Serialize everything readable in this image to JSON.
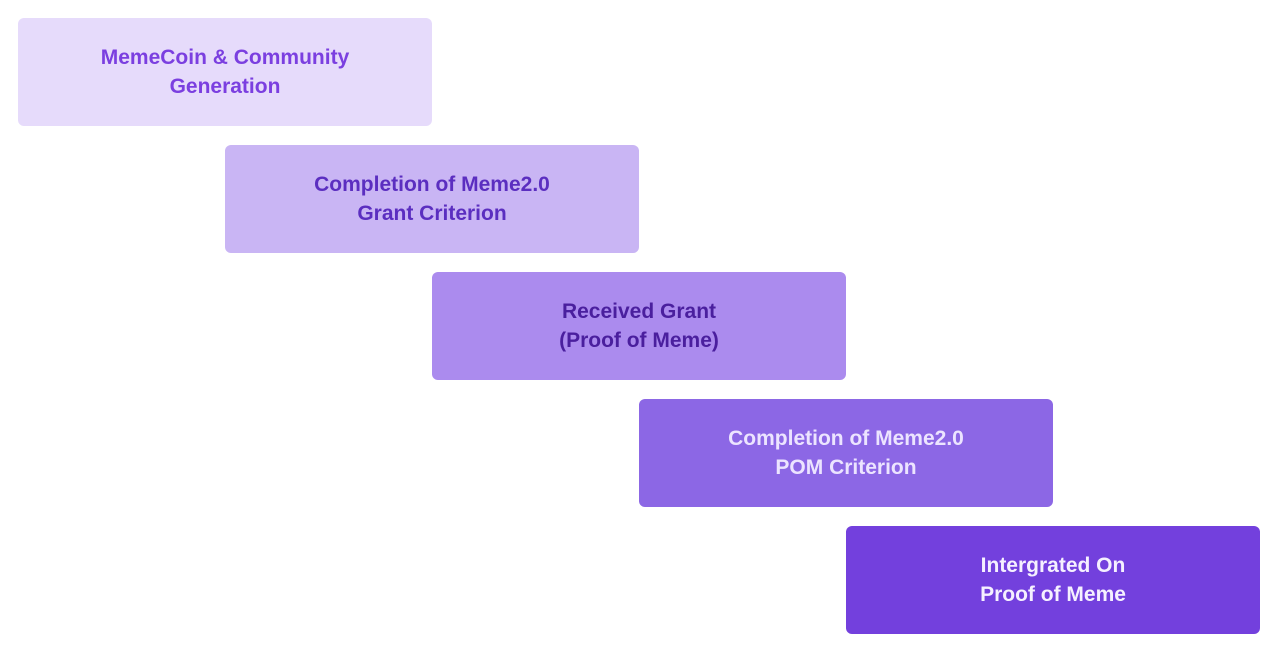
{
  "steps": [
    {
      "line1": "MemeCoin & Community",
      "line2": "Generation"
    },
    {
      "line1": "Completion of Meme2.0",
      "line2": "Grant Criterion"
    },
    {
      "line1": "Received Grant",
      "line2": "(Proof of Meme)"
    },
    {
      "line1": "Completion of Meme2.0",
      "line2": "POM Criterion"
    },
    {
      "line1": "Intergrated On",
      "line2": "Proof of Meme"
    }
  ],
  "colors": {
    "step1_fill": "#e6dbfb",
    "step2_fill": "#c9b5f4",
    "step3_fill": "#ab8bee",
    "step4_fill": "#8c67e5",
    "step5_fill": "#7340dd"
  }
}
